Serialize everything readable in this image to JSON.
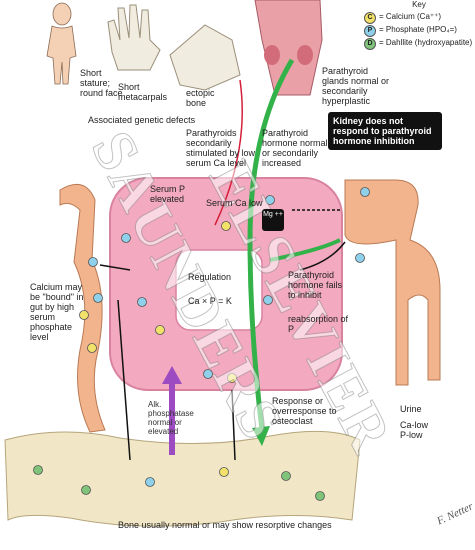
{
  "legend": {
    "title": "Key",
    "items": [
      {
        "symbol": "C",
        "label": "= Calcium (Ca⁺⁺)",
        "color": "#f2e26a"
      },
      {
        "symbol": "P",
        "label": "= Phosphate (HPO₄=)",
        "color": "#8fd0ea"
      },
      {
        "symbol": "D",
        "label": "= Dahllite (hydroxyapatite)",
        "color": "#7fc47a"
      }
    ]
  },
  "labels": {
    "short_stature": "Short stature; round face",
    "short_metacarpals": "Short metacarpals",
    "ectopic_bone": "ectopic bone",
    "associated_defects": "Associated genetic defects",
    "parathyroid_glands": "Parathyroid glands normal or secondarily hyperplastic",
    "parathyroids_secondarily": "Parathyroids secondarily stimulated by low serum Ca level",
    "parathyroid_hormone_normal": "Parathyroid hormone normal or secondarily increased",
    "serum_p": "Serum P elevated",
    "serum_ca": "Serum Ca low",
    "regulation": "Regulation",
    "product": "Ca × P = K",
    "pth_fails": "Parathyroid hormone fails to inhibit",
    "reabsorption": "reabsorption of P",
    "calcium_bound": "Calcium may be \"bound\" in gut by high serum phosphate level",
    "response": "Response or overresponse to osteoclast",
    "urine": "Urine",
    "urine_values": "Ca-low\nP-low",
    "bone": "Bone usually normal or may show resorptive changes",
    "mg": "Mg ++",
    "phosphate_arrow": "Alk. phosphatase normal or elevated"
  },
  "callout": "Kidney does not respond to parathyroid hormone inhibition",
  "watermark": {
    "left": "SAUNDERS",
    "right": "ELSEVIER"
  },
  "signature": "F. Netter",
  "colors": {
    "pool": "#f3a9c0",
    "pool_edge": "#d9829f",
    "gut": "#f2b48c",
    "bone": "#f1e6c6",
    "green_arrow": "#33b24a",
    "purple_arrow": "#9c4bc1",
    "red_line": "#d41f3a"
  }
}
